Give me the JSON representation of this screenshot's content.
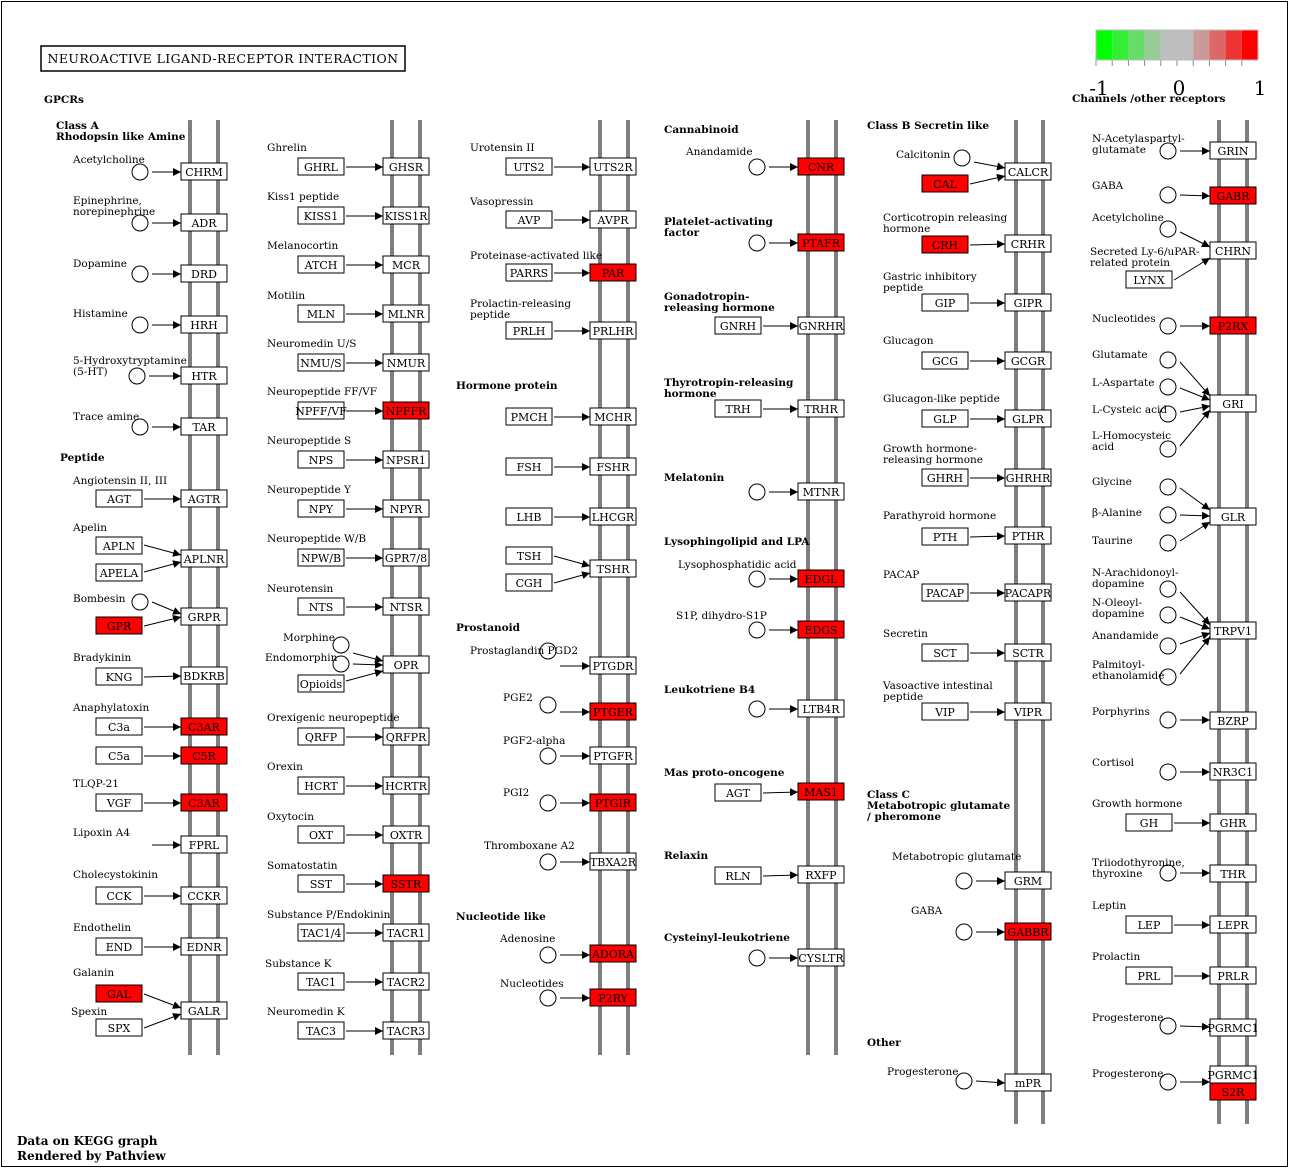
{
  "title": "NEUROACTIVE LIGAND-RECEPTOR INTERACTION",
  "footer": {
    "line1": "Data on KEGG graph",
    "line2": "Rendered by Pathview"
  },
  "legend": {
    "min_label": "-1",
    "mid_label": "0",
    "max_label": "1",
    "colors": [
      "#00ff00",
      "#33ee33",
      "#66dd66",
      "#99cc99",
      "#bebebe",
      "#bebebe",
      "#cc9999",
      "#dd6666",
      "#ee3333",
      "#ff0000"
    ]
  },
  "colors": {
    "highlight": "#ff0000",
    "membrane": "#7f7f7f"
  },
  "headers": {
    "gpcrs": "GPCRs",
    "classA_l1": "Class A",
    "classA_l2": "Rhodopsin like Amine",
    "peptide": "Peptide",
    "hormone_protein": "Hormone protein",
    "prostanoid": "Prostanoid",
    "nucleotide_like": "Nucleotide like",
    "cannabinoid": "Cannabinoid",
    "paf_l1": "Platelet-activating",
    "paf_l2": "factor",
    "gnrh_l1": "Gonadotropin-",
    "gnrh_l2": "releasing hormone",
    "trh_l1": "Thyrotropin-releasing",
    "trh_l2": "hormone",
    "melatonin": "Melatonin",
    "lyso": "Lysophingolipid and LPA",
    "ltb4": "Leukotriene B4",
    "mas": "Mas proto-oncogene",
    "relaxin": "Relaxin",
    "cyslt": "Cysteinyl-leukotriene",
    "classB": "Class B Secretin like",
    "classC_l1": "Class C",
    "classC_l2": "Metabotropic glutamate",
    "classC_l3": "/ pheromone",
    "other": "Other",
    "channels": "Channels /other receptors"
  },
  "labels": {
    "acetylcholine": "Acetylcholine",
    "epinephrine_l1": "Epinephrine,",
    "epinephrine_l2": "norepinephrine",
    "dopamine": "Dopamine",
    "histamine": "Histamine",
    "ht_l1": "5-Hydroxytryptamine",
    "ht_l2": "(5-HT)",
    "trace_amine": "Trace amine",
    "angiotensin": "Angiotensin II, III",
    "apelin": "Apelin",
    "bombesin": "Bombesin",
    "bradykinin": "Bradykinin",
    "anaphylatoxin": "Anaphylatoxin",
    "tlqp": "TLQP-21",
    "lipoxin": "Lipoxin A4",
    "cholecystokinin": "Cholecystokinin",
    "endothelin": "Endothelin",
    "galanin": "Galanin",
    "spexin": "Spexin",
    "ghrelin": "Ghrelin",
    "kiss1": "Kiss1 peptide",
    "melanocortin": "Melanocortin",
    "motilin": "Motilin",
    "neuromedin_u": "Neuromedin U/S",
    "npff": "Neuropeptide FF/VF",
    "nps": "Neuropeptide S",
    "npy": "Neuropeptide Y",
    "npw": "Neuropeptide W/B",
    "neurotensin": "Neurotensin",
    "morphine": "Morphine",
    "endomorphin": "Endomorphin",
    "orexigenic": "Orexigenic neuropeptide",
    "orexin": "Orexin",
    "oxytocin": "Oxytocin",
    "somatostatin": "Somatostatin",
    "substance_p": "Substance P/Endokinin",
    "substance_k": "Substance K",
    "neuromedin_k": "Neuromedin K",
    "urotensin": "Urotensin II",
    "vasopressin": "Vasopressin",
    "par_like": "Proteinase-activated like",
    "prlh_l1": "Prolactin-releasing",
    "prlh_l2": "peptide",
    "pgd2": "Prostaglandin PGD2",
    "pge2": "PGE2",
    "pgf2": "PGF2-alpha",
    "pgi2": "PGI2",
    "txa2": "Thromboxane A2",
    "adenosine": "Adenosine",
    "nucleotides": "Nucleotides",
    "anandamide": "Anandamide",
    "lpa": "Lysophosphatidic acid",
    "s1p": "S1P, dihydro-S1P",
    "calcitonin": "Calcitonin",
    "crh_l1": "Corticotropin releasing",
    "crh_l2": "hormone",
    "gip_l1": "Gastric inhibitory",
    "gip_l2": "peptide",
    "glucagon": "Glucagon",
    "glp": "Glucagon-like peptide",
    "ghrh_l1": "Growth hormone-",
    "ghrh_l2": "releasing hormone",
    "pth": "Parathyroid hormone",
    "pacap": "PACAP",
    "secretin": "Secretin",
    "vip_l1": "Vasoactive intestinal",
    "vip_l2": "peptide",
    "metabotropic": "Metabotropic glutamate",
    "gaba": "GABA",
    "progesterone": "Progesterone",
    "naag_l1": "N-Acetylaspartyl-",
    "naag_l2": "glutamate",
    "lynx_l1": "Secreted Ly-6/uPAR-",
    "lynx_l2": "related protein",
    "glutamate": "Glutamate",
    "l_aspartate": "L-Aspartate",
    "l_cysteic": "L-Cysteic acid",
    "l_homocysteic_l1": "L-Homocysteic",
    "l_homocysteic_l2": "acid",
    "glycine": "Glycine",
    "b_alanine": "β-Alanine",
    "taurine": "Taurine",
    "arachidonoyl_l1": "N-Arachidonoyl-",
    "arachidonoyl_l2": "dopamine",
    "oleoyl_l1": "N-Oleoyl-",
    "oleoyl_l2": "dopamine",
    "palmitoyl_l1": "Palmitoyl-",
    "palmitoyl_l2": "ethanolamide",
    "porphyrins": "Porphyrins",
    "cortisol": "Cortisol",
    "growth_hormone": "Growth hormone",
    "triiodo_l1": "Triiodothyronine,",
    "triiodo_l2": "thyroxine",
    "leptin": "Leptin",
    "prolactin": "Prolactin"
  },
  "genes": {
    "chrm": "CHRM",
    "adr": "ADR",
    "drd": "DRD",
    "hrh": "HRH",
    "htr": "HTR",
    "tar": "TAR",
    "agt": "AGT",
    "agtr": "AGTR",
    "apln": "APLN",
    "apela": "APELA",
    "aplnr": "APLNR",
    "gpr_lig": "GPR",
    "grpr": "GRPR",
    "kng": "KNG",
    "bdkrb": "BDKRB",
    "c3a": "C3a",
    "c3ar": "C3AR",
    "c5a": "C5a",
    "c5r": "C5R",
    "vgf": "VGF",
    "c3ar_t": "C3AR",
    "fprl": "FPRL",
    "cck": "CCK",
    "cckr": "CCKR",
    "end": "END",
    "ednr": "EDNR",
    "gal": "GAL",
    "spx": "SPX",
    "galr": "GALR",
    "ghrl": "GHRL",
    "ghsr": "GHSR",
    "kiss1": "KISS1",
    "kiss1r": "KISS1R",
    "atch": "ATCH",
    "mcr": "MCR",
    "mln": "MLN",
    "mlnr": "MLNR",
    "nmus": "NMU/S",
    "nmur": "NMUR",
    "npffvf": "NPFF/VF",
    "npffr": "NPFFR",
    "nps": "NPS",
    "npsr1": "NPSR1",
    "npy": "NPY",
    "npyr": "NPYR",
    "npwb": "NPW/B",
    "gpr78": "GPR7/8",
    "nts": "NTS",
    "ntsr": "NTSR",
    "opioids": "Opioids",
    "opr": "OPR",
    "qrfp": "QRFP",
    "qrfpr": "QRFPR",
    "hcrt": "HCRT",
    "hcrtr": "HCRTR",
    "oxt": "OXT",
    "oxtr": "OXTR",
    "sst": "SST",
    "sstr": "SSTR",
    "tac14": "TAC1/4",
    "tacr1": "TACR1",
    "tac1": "TAC1",
    "tacr2": "TACR2",
    "tac3": "TAC3",
    "tacr3": "TACR3",
    "uts2": "UTS2",
    "uts2r": "UTS2R",
    "avp": "AVP",
    "avpr": "AVPR",
    "parrs": "PARRS",
    "par": "PAR",
    "prlh": "PRLH",
    "prlhr": "PRLHR",
    "pmch": "PMCH",
    "mchr": "MCHR",
    "fsh": "FSH",
    "fshr": "FSHR",
    "lhb": "LHB",
    "lhcgr": "LHCGR",
    "tsh": "TSH",
    "cgh": "CGH",
    "tshr": "TSHR",
    "ptgdr": "PTGDR",
    "ptger": "PTGER",
    "ptgfr": "PTGFR",
    "ptgir": "PTGIR",
    "tbxa2r": "TBXA2R",
    "adora": "ADORA",
    "p2ry": "P2RY",
    "cnr": "CNR",
    "ptafr": "PTAFR",
    "gnrh": "GNRH",
    "gnrhr": "GNRHR",
    "trh": "TRH",
    "trhr": "TRHR",
    "mtnr": "MTNR",
    "edgl": "EDGL",
    "edgs": "EDGS",
    "ltb4r": "LTB4R",
    "agt2": "AGT",
    "mas1": "MAS1",
    "rln": "RLN",
    "rxfp": "RXFP",
    "cysltr": "CYSLTR",
    "calcr": "CALCR",
    "cal": "CAL",
    "crh": "CRH",
    "crhr": "CRHR",
    "gip": "GIP",
    "gipr": "GIPR",
    "gcg": "GCG",
    "gcgr": "GCGR",
    "glp": "GLP",
    "glpr": "GLPR",
    "ghrh": "GHRH",
    "ghrhr": "GHRHR",
    "pth": "PTH",
    "pthr": "PTHR",
    "pacap": "PACAP",
    "pacapr": "PACAPR",
    "sct": "SCT",
    "sctr": "SCTR",
    "vip": "VIP",
    "vipr": "VIPR",
    "grm": "GRM",
    "gabbr": "GABBR",
    "mpr": "mPR",
    "grin": "GRIN",
    "gabr": "GABR",
    "chrn": "CHRN",
    "lynx": "LYNX",
    "p2rx": "P2RX",
    "gri": "GRI",
    "glr": "GLR",
    "trpv1": "TRPV1",
    "bzrp": "BZRP",
    "nr3c1": "NR3C1",
    "gh": "GH",
    "ghr": "GHR",
    "thr": "THR",
    "lep": "LEP",
    "lepr": "LEPR",
    "prl": "PRL",
    "prlr": "PRLR",
    "pgrmc1": "PGRMC1",
    "pgrmc1b": "PGRMC1",
    "s2r": "S2R"
  }
}
